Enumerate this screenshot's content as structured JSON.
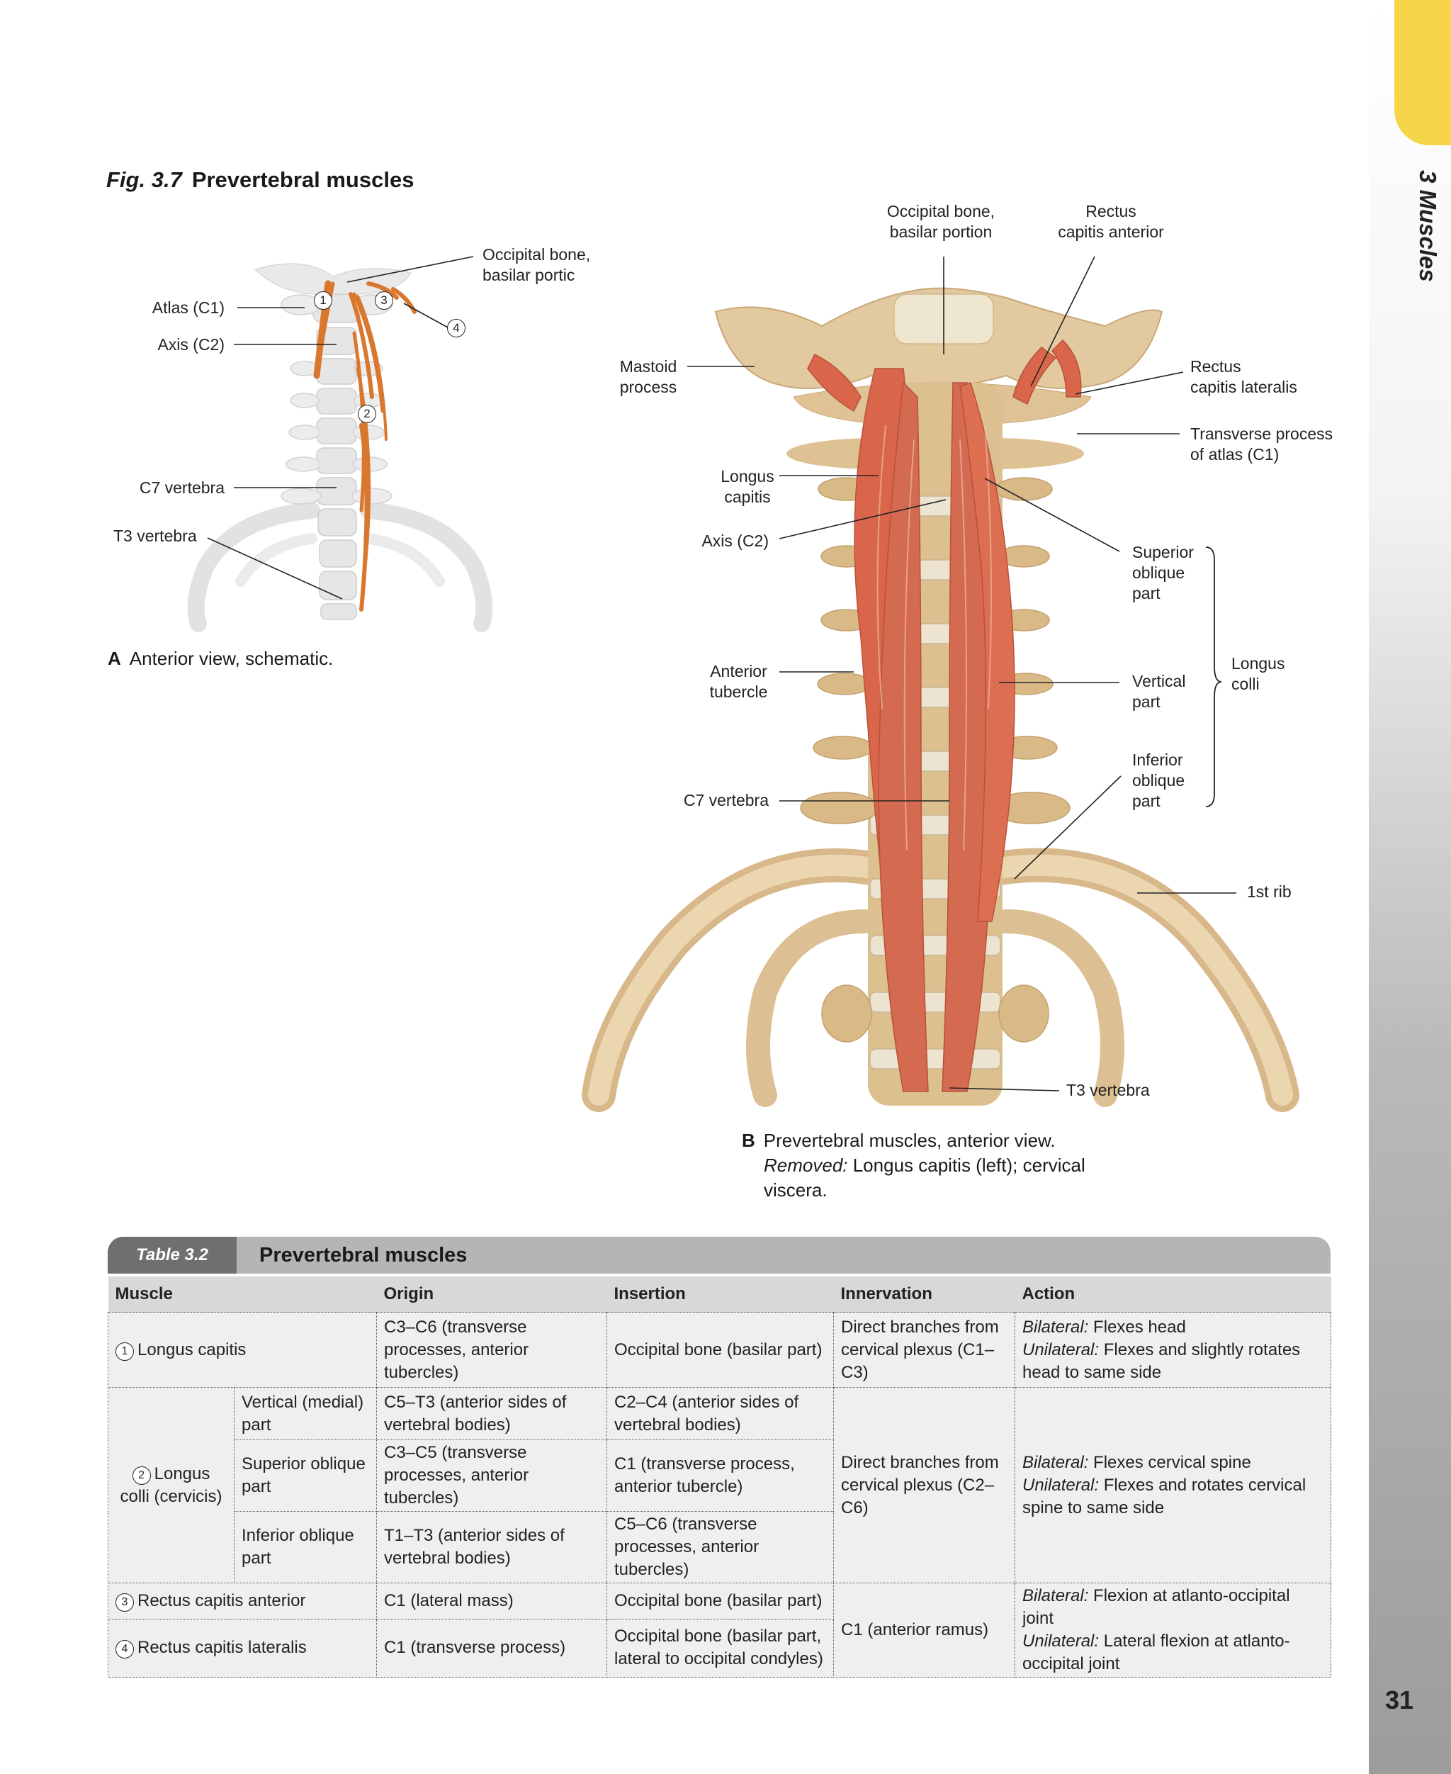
{
  "chapter": {
    "tab_label": "3 Muscles",
    "page_number": "31"
  },
  "figure": {
    "number": "Fig. 3.7",
    "title": "Prevertebral muscles",
    "panel_a": {
      "labels": {
        "occipital_bone": "Occipital bone,\nbasilar portic",
        "atlas": "Atlas (C1)",
        "axis": "Axis (C2)",
        "c7": "C7 vertebra",
        "t3": "T3 vertebra"
      },
      "numbers": [
        "1",
        "2",
        "3",
        "4"
      ],
      "caption_letter": "A",
      "caption": "Anterior view, schematic."
    },
    "panel_b": {
      "labels": {
        "occipital_bone": "Occipital bone,\nbasilar portion",
        "rectus_capitis_anterior": "Rectus\ncapitis anterior",
        "mastoid": "Mastoid\nprocess",
        "rectus_capitis_lateralis": "Rectus\ncapitis lateralis",
        "transverse_process": "Transverse process\nof atlas (C1)",
        "longus_capitis": "Longus\ncapitis",
        "axis": "Axis (C2)",
        "superior_oblique": "Superior\noblique\npart",
        "anterior_tubercle": "Anterior\ntubercle",
        "vertical_part": "Vertical\npart",
        "longus_colli": "Longus\ncolli",
        "inferior_oblique": "Inferior\noblique\npart",
        "c7": "C7 vertebra",
        "first_rib": "1st rib",
        "t3": "T3 vertebra"
      },
      "caption_letter": "B",
      "caption_line1": "Prevertebral muscles, anterior view.",
      "caption_removed_label": "Removed:",
      "caption_removed_text": " Longus capitis (left); cervical",
      "caption_line3": "viscera."
    }
  },
  "table": {
    "number": "Table 3.2",
    "title": "Prevertebral muscles",
    "headers": [
      "Muscle",
      "Origin",
      "Insertion",
      "Innervation",
      "Action"
    ],
    "longus_capitis": {
      "num": "1",
      "name": "Longus capitis",
      "origin": "C3–C6 (transverse processes, anterior tubercles)",
      "insertion": "Occipital bone (basilar part)",
      "innervation": "Direct branches from cervical plexus (C1–C3)",
      "action_bilateral_label": "Bilateral:",
      "action_bilateral": " Flexes head",
      "action_unilateral_label": "Unilateral:",
      "action_unilateral": " Flexes and slightly rotates head to same side"
    },
    "longus_colli": {
      "num": "2",
      "name": "Longus colli (cervicis)",
      "parts": [
        {
          "part": "Vertical (medial) part",
          "origin": "C5–T3 (anterior sides of vertebral bodies)",
          "insertion": "C2–C4 (anterior sides of vertebral bodies)"
        },
        {
          "part": "Superior oblique part",
          "origin": "C3–C5 (transverse processes, anterior tubercles)",
          "insertion": "C1 (transverse process, anterior tubercle)"
        },
        {
          "part": "Inferior oblique part",
          "origin": "T1–T3 (anterior sides of vertebral bodies)",
          "insertion": "C5–C6 (transverse processes, anterior tubercles)"
        }
      ],
      "innervation": "Direct branches from cervical plexus (C2–C6)",
      "action_bilateral_label": "Bilateral:",
      "action_bilateral": " Flexes cervical spine",
      "action_unilateral_label": "Unilateral:",
      "action_unilateral": " Flexes and rotates cervical spine to same side"
    },
    "rectus_capitis_anterior": {
      "num": "3",
      "name": "Rectus capitis anterior",
      "origin": "C1 (lateral mass)",
      "insertion": "Occipital bone (basilar part)"
    },
    "rectus_capitis_lateralis": {
      "num": "4",
      "name": "Rectus capitis lateralis",
      "origin": "C1 (transverse process)",
      "insertion": "Occipital bone (basilar part, lateral to occipital condyles)"
    },
    "rectus_shared": {
      "innervation": "C1 (anterior ramus)",
      "action_bilateral_label": "Bilateral:",
      "action_bilateral": " Flexion at atlanto-occipital joint",
      "action_unilateral_label": "Unilateral:",
      "action_unilateral": " Lateral flexion at atlanto-occipital joint"
    }
  },
  "colors": {
    "chapter_tab": "#f7d54a",
    "muscle": "#d9664a",
    "bone": "#e3c9a0",
    "table_number_bg": "#6f6f6f",
    "table_header_bg": "#b5b5b5"
  }
}
